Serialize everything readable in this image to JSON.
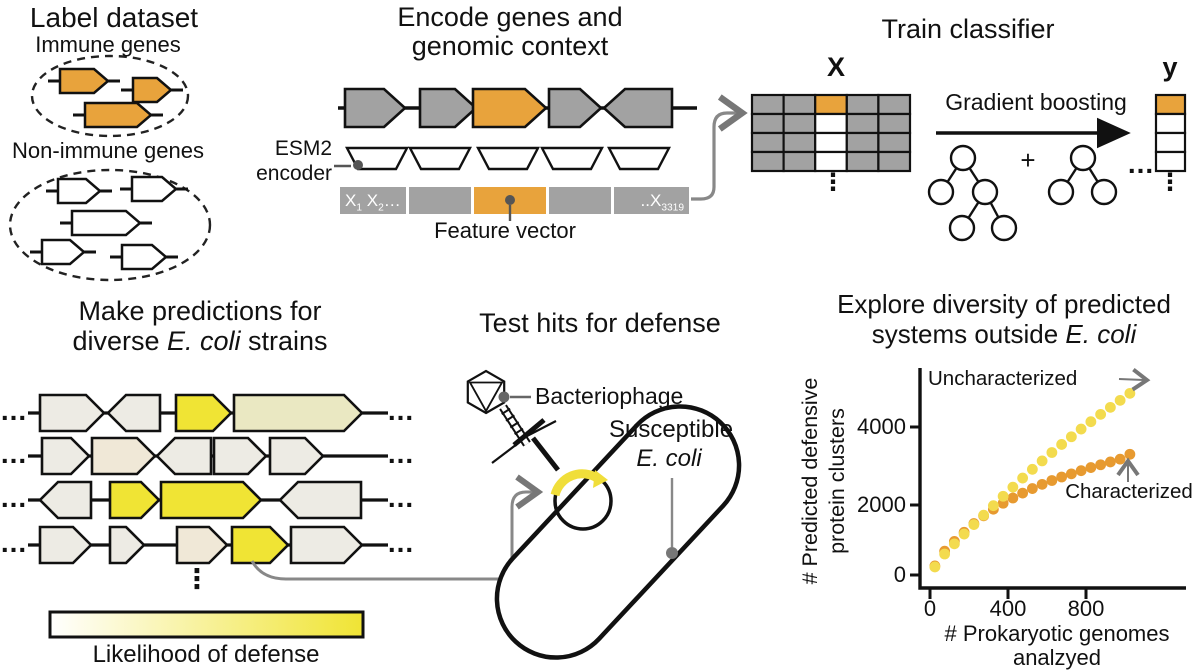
{
  "colors": {
    "orange": "#E8A33C",
    "gray": "#A2A2A2",
    "white": "#FFFFFF",
    "yellow": "#F0E434",
    "pale": "#EAE8C2",
    "off": "#EDEBE4",
    "beige": "#F0E8D7",
    "bar_yellow": "#F0E434",
    "plasmid_yellow": "#F0DE3A",
    "scatter_yellow": "#F3DB4E",
    "scatter_orange": "#E79A30"
  },
  "misc": {
    "plus": "+",
    "hdots": "...",
    "vdots": "⋮"
  },
  "label_dataset": {
    "title": "Label dataset",
    "immune": "Immune genes",
    "non_immune": "Non-immune genes",
    "immune_genes": [
      {
        "x": 60,
        "cy": 81,
        "w": 48,
        "dir": "right",
        "fill": "orange"
      },
      {
        "x": 133,
        "cy": 90,
        "w": 38,
        "dir": "right",
        "fill": "orange"
      },
      {
        "x": 85,
        "cy": 115,
        "w": 66,
        "dir": "right",
        "fill": "orange"
      }
    ],
    "non_immune_genes": [
      {
        "x": 58,
        "cy": 191,
        "w": 42,
        "dir": "right",
        "fill": "white"
      },
      {
        "x": 132,
        "cy": 189,
        "w": 44,
        "dir": "right",
        "fill": "white"
      },
      {
        "x": 72,
        "cy": 223,
        "w": 68,
        "dir": "right",
        "fill": "white"
      },
      {
        "x": 42,
        "cy": 252,
        "w": 42,
        "dir": "right",
        "fill": "white"
      },
      {
        "x": 122,
        "cy": 257,
        "w": 44,
        "dir": "right",
        "fill": "white"
      }
    ]
  },
  "encode": {
    "title1": "Encode genes and",
    "title2": "genomic context",
    "encoder1": "ESM2",
    "encoder2": "encoder",
    "fv_label": "Feature vector",
    "fv_x": "X",
    "fv_sub1": "1",
    "fv_sub2": "2",
    "fv_dots": "…",
    "fv_end": "..X",
    "fv_end_sub": "3319",
    "genes": [
      {
        "x": 345,
        "w": 60,
        "dir": "right",
        "fill": "gray"
      },
      {
        "x": 420,
        "w": 56,
        "dir": "right",
        "fill": "gray"
      },
      {
        "x": 473,
        "w": 73,
        "dir": "right",
        "fill": "orange"
      },
      {
        "x": 549,
        "w": 52,
        "dir": "right",
        "fill": "gray"
      },
      {
        "x": 604,
        "w": 68,
        "dir": "left",
        "fill": "gray"
      }
    ]
  },
  "train": {
    "title": "Train classifier",
    "x_label": "X",
    "y_label": "y",
    "method": "Gradient boosting",
    "matrix": [
      [
        "gray",
        "gray",
        "orange",
        "gray",
        "gray"
      ],
      [
        "gray",
        "gray",
        "white",
        "gray",
        "gray"
      ],
      [
        "gray",
        "gray",
        "white",
        "gray",
        "gray"
      ],
      [
        "gray",
        "gray",
        "white",
        "gray",
        "gray"
      ]
    ],
    "y_vector": [
      "orange",
      "white",
      "white",
      "white"
    ]
  },
  "predictions": {
    "title1": "Make predictions for",
    "title2_pre": "diverse ",
    "title2_italic": "E. coli",
    "title2_post": " strains",
    "colorbar": "Likelihood of defense",
    "rows": [
      {
        "cy": 413,
        "genes": [
          {
            "x": 40,
            "w": 64,
            "dir": "right",
            "fill": "off"
          },
          {
            "x": 108,
            "w": 52,
            "dir": "left",
            "fill": "off"
          },
          {
            "x": 176,
            "w": 55,
            "dir": "right",
            "fill": "yellow"
          },
          {
            "x": 234,
            "w": 128,
            "dir": "right",
            "fill": "pale"
          }
        ]
      },
      {
        "cy": 456,
        "genes": [
          {
            "x": 42,
            "w": 47,
            "dir": "right",
            "fill": "off"
          },
          {
            "x": 92,
            "w": 63,
            "dir": "right",
            "fill": "beige"
          },
          {
            "x": 157,
            "w": 54,
            "dir": "left",
            "fill": "off"
          },
          {
            "x": 214,
            "w": 52,
            "dir": "right",
            "fill": "off"
          },
          {
            "x": 270,
            "w": 53,
            "dir": "right",
            "fill": "off"
          }
        ]
      },
      {
        "cy": 500,
        "genes": [
          {
            "x": 40,
            "w": 51,
            "dir": "left",
            "fill": "off"
          },
          {
            "x": 110,
            "w": 49,
            "dir": "right",
            "fill": "yellow"
          },
          {
            "x": 161,
            "w": 100,
            "dir": "right",
            "fill": "yellow"
          },
          {
            "x": 280,
            "w": 81,
            "dir": "left",
            "fill": "off"
          }
        ]
      },
      {
        "cy": 545,
        "genes": [
          {
            "x": 40,
            "w": 51,
            "dir": "right",
            "fill": "off"
          },
          {
            "x": 110,
            "w": 34,
            "dir": "right",
            "fill": "off"
          },
          {
            "x": 177,
            "w": 50,
            "dir": "right",
            "fill": "beige"
          },
          {
            "x": 232,
            "w": 56,
            "dir": "right",
            "fill": "yellow"
          },
          {
            "x": 291,
            "w": 71,
            "dir": "right",
            "fill": "off"
          }
        ]
      }
    ]
  },
  "test": {
    "title": "Test hits for defense",
    "phage": "Bacteriophage",
    "cell1": "Susceptible",
    "cell2": "E. coli"
  },
  "explore": {
    "title1": "Explore diversity of predicted",
    "title2_pre": "systems outside ",
    "title2_italic": "E. coli",
    "annotation_top": "Uncharacterized",
    "annotation_bottom": "Characterized",
    "ylabel1": "# Predicted defensive",
    "ylabel2": "protein clusters",
    "xlabel1": "# Prokaryotic genomes",
    "xlabel2": "analzyed",
    "ytick0": "0",
    "ytick2000": "2000",
    "ytick4000": "4000",
    "xtick0": "0",
    "xtick400": "400",
    "xtick800": "800"
  },
  "chart_data": {
    "type": "scatter",
    "title": "Explore diversity of predicted systems outside E. coli",
    "xlabel": "# Prokaryotic genomes analzyed",
    "ylabel": "# Predicted defensive protein clusters",
    "xlim": [
      0,
      1300
    ],
    "ylim": [
      0,
      5900
    ],
    "x_ticks": [
      0,
      400,
      800
    ],
    "y_ticks": [
      0,
      2000,
      4000
    ],
    "grid": false,
    "legend_position": "inline-annotations",
    "series": [
      {
        "name": "Characterized",
        "color": "#E79A30",
        "x": [
          25,
          75,
          125,
          175,
          225,
          275,
          325,
          375,
          425,
          475,
          525,
          575,
          625,
          675,
          725,
          775,
          825,
          875,
          925,
          975,
          1025
        ],
        "y": [
          260,
          680,
          960,
          1220,
          1470,
          1690,
          1880,
          2050,
          2200,
          2340,
          2470,
          2590,
          2700,
          2800,
          2890,
          2980,
          3070,
          3150,
          3230,
          3310,
          3450
        ]
      },
      {
        "name": "Uncharacterized",
        "color": "#F3DB4E",
        "x": [
          25,
          75,
          125,
          175,
          225,
          275,
          325,
          375,
          425,
          475,
          525,
          575,
          625,
          675,
          725,
          775,
          825,
          875,
          925,
          975,
          1025
        ],
        "y": [
          230,
          600,
          890,
          1170,
          1440,
          1710,
          1980,
          2250,
          2510,
          2770,
          3020,
          3260,
          3500,
          3730,
          3950,
          4170,
          4380,
          4590,
          4790,
          4990,
          5190
        ]
      }
    ]
  }
}
